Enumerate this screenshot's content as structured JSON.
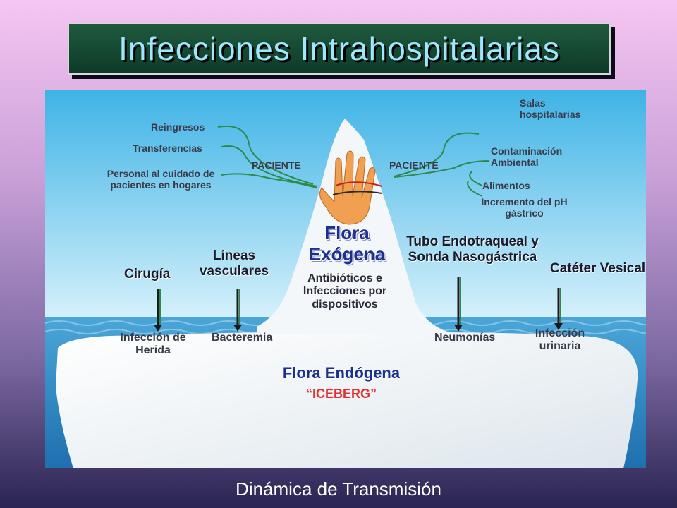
{
  "title": "Infecciones Intrahospitalarias",
  "footer": "Dinámica de Transmisión",
  "left_sources": {
    "reingresos": "Reingresos",
    "transferencias": "Transferencias",
    "personal": "Personal al cuidado de pacientes en hogares"
  },
  "paciente_left": "PACIENTE",
  "paciente_right": "PACIENTE",
  "right_sources": {
    "salas": "Salas hospitalarias",
    "contaminacion": "Contaminación Ambiental",
    "alimentos": "Alimentos",
    "ph": "Incremento del pH gástrico"
  },
  "flora_exogena": "Flora Exógena",
  "antibioticos": "Antibióticos e Infecciones por dispositivos",
  "procedures": {
    "cirugia": "Cirugía",
    "lineas": "Líneas vasculares",
    "tubo": "Tubo Endotraqueal y Sonda Nasogástrica",
    "cateter": "Catéter Vesical"
  },
  "outcomes": {
    "herida": "Infección de Herida",
    "bacteremia": "Bacteremia",
    "neumonias": "Neumonías",
    "urinaria": "Infección urinaria"
  },
  "flora_endogena": "Flora Endógena",
  "iceberg": "“ICEBERG”",
  "colors": {
    "accent_blue": "#1b2f8f",
    "arrow_green": "#2c8a4a",
    "title_text": "#9fe6ff"
  }
}
